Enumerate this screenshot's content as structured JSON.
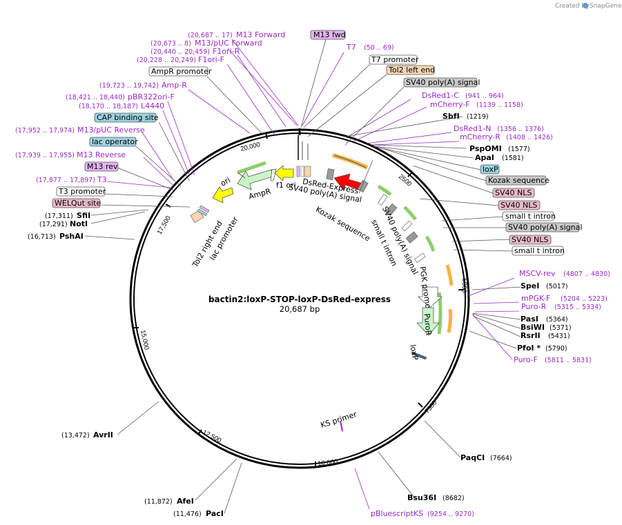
{
  "header": {
    "credit": "Created by",
    "brand": "SnapGene"
  },
  "plasmid": {
    "name": "bactin2:loxP-STOP-loxP-DsRed-express",
    "length": "20,687 bp"
  },
  "ticks": {
    "t2500": "2500",
    "t5000": "5000",
    "t7500": "7500",
    "t10000": "10,000",
    "t12500": "12,500",
    "t15000": "15,000",
    "t17500": "17,500",
    "t20000": "20,000"
  },
  "primers_left": [
    {
      "pos": "(20,687 .. 17)",
      "name": "M13 Forward"
    },
    {
      "pos": "(20,673 .. 8)",
      "name": "M13/pUC Forward"
    },
    {
      "pos": "(20,440 .. 20,459)",
      "name": "F1ori-R"
    },
    {
      "pos": "(20,228 .. 20,249)",
      "name": "F1ori-F"
    },
    {
      "pos": "(19,723 .. 19,742)",
      "name": "Amp-R"
    },
    {
      "pos": "(18,421 .. 18,440)",
      "name": "pBR322ori-F"
    },
    {
      "pos": "(18,170 .. 18,187)",
      "name": "L4440"
    },
    {
      "pos": "(17,952 .. 17,974)",
      "name": "M13/pUC Reverse"
    },
    {
      "pos": "(17,939 .. 17,955)",
      "name": "M13 Reverse"
    },
    {
      "pos": "(17,877 .. 17,897)",
      "name": "T3"
    }
  ],
  "primers_right": [
    {
      "name": "T7",
      "pos": "(50 .. 69)"
    },
    {
      "name": "DsRed1-C",
      "pos": "(941 .. 964)"
    },
    {
      "name": "mCherry-F",
      "pos": "(1139 .. 1158)"
    },
    {
      "name": "DsRed1-N",
      "pos": "(1356 .. 1376)"
    },
    {
      "name": "mCherry-R",
      "pos": "(1408 .. 1426)"
    },
    {
      "name": "MSCV-rev",
      "pos": "(4807 .. 4830)"
    },
    {
      "name": "mPGK-F",
      "pos": "(5204 .. 5223)"
    },
    {
      "name": "Puro-R",
      "pos": "(5315 .. 5334)"
    },
    {
      "name": "Puro-F",
      "pos": "(5811 .. 5831)"
    },
    {
      "name": "pBluescriptKS",
      "pos": "(9254 .. 9270)"
    }
  ],
  "boxes": {
    "m13fwd": "M13 fwd",
    "t7promoter": "T7 promoter",
    "tol2left": "Tol2 left end",
    "sv40polyA": "SV40 poly(A) signal",
    "loxp": "loxP",
    "kozak": "Kozak sequence",
    "sv40nls1": "SV40 NLS",
    "sv40nls2": "SV40 NLS",
    "smallt1": "small t intron",
    "sv40polyA2": "SV40 poly(A) signal",
    "sv40nls3": "SV40 NLS",
    "smallt2": "small t intron",
    "ampr": "AmpR promoter",
    "cap": "CAP binding site",
    "lacop": "lac operator",
    "m13rev": "M13 rev",
    "t3prom": "T3 promoter",
    "welqut": "WELQut site"
  },
  "enzymes": {
    "sbfi": {
      "name": "SbfI",
      "pos": "(1219)"
    },
    "pspomi": {
      "name": "PspOMI",
      "pos": "(1577)"
    },
    "apai": {
      "name": "ApaI",
      "pos": "(1581)"
    },
    "spei": {
      "name": "SpeI",
      "pos": "(5017)"
    },
    "pasi": {
      "name": "PasI",
      "pos": "(5364)"
    },
    "bsiwi": {
      "name": "BsiWI",
      "pos": "(5371)"
    },
    "rsrii": {
      "name": "RsrII",
      "pos": "(5431)"
    },
    "pfoi": {
      "name": "PfoI *",
      "pos": "(5790)"
    },
    "paqci": {
      "name": "PaqCI",
      "pos": "(7664)"
    },
    "bsu36i": {
      "name": "Bsu36I",
      "pos": "(8682)"
    },
    "sfii": {
      "name": "SfiI",
      "pos": "(17,311)"
    },
    "noti": {
      "name": "NotI",
      "pos": "(17,291)"
    },
    "pshai": {
      "name": "PshAI",
      "pos": "(16,713)"
    },
    "avrii": {
      "name": "AvrII",
      "pos": "(13,472)"
    },
    "afei": {
      "name": "AfeI",
      "pos": "(11,872)"
    },
    "paci": {
      "name": "PacI",
      "pos": "(11,476)"
    }
  },
  "features": {
    "ampr": "AmpR",
    "ori": "ori",
    "f1ori": "f1 ori",
    "dsred": "DsRed-Express",
    "sv40pa": "SV40 poly(A) signal",
    "kozak": "Kozak sequence",
    "tol2right": "Tol2 right end",
    "lacprom": "lac promoter",
    "sv40pa2": "SV40 poly(A) signal",
    "smallt": "small t intron",
    "pgk": "PGK promoter",
    "puror": "PuroR",
    "loxp": "loxP",
    "ksprimer": "KS primer"
  },
  "colors": {
    "primer": "#9a28c9",
    "ampr": "#c8f5c8",
    "ori": "#ffff00",
    "dsred": "#ff0000",
    "orange": "#f5a623",
    "green": "#5cb82e",
    "loxp_box": "#9cd3e0",
    "kozak_box": "#c8c8c8",
    "nls_box": "#e8b8c8",
    "tol2_box": "#f9d5b0"
  }
}
